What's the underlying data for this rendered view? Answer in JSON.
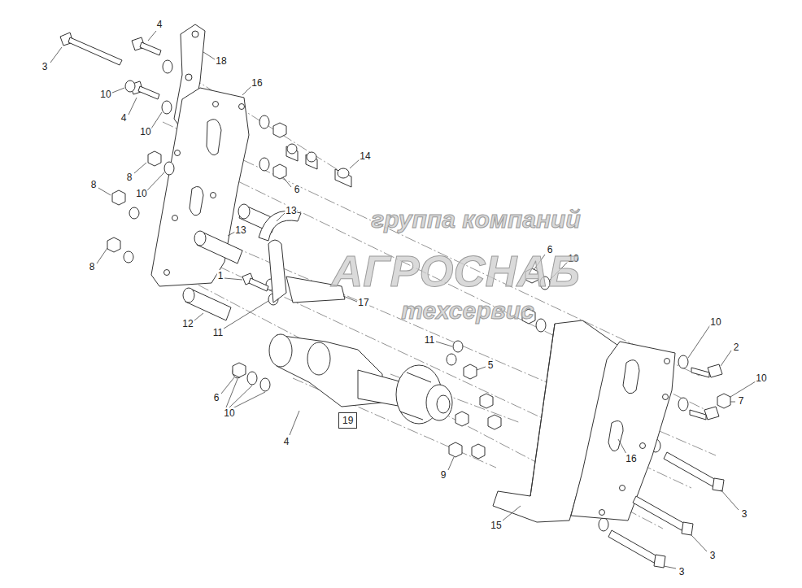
{
  "diagram": {
    "nodes": [
      {
        "text": [
          "19"
        ]
      }
    ],
    "labels": [
      "3",
      "4",
      "18",
      "10",
      "4",
      "16",
      "10",
      "14",
      "8",
      "10",
      "6",
      "8",
      "13",
      "13",
      "8",
      "1",
      "6",
      "10",
      "12",
      "11",
      "17",
      "11",
      "5",
      "10",
      "2",
      "10",
      "7",
      "6",
      "10",
      "4",
      "9",
      "15",
      "16",
      "3",
      "3",
      "3",
      "группа компаний",
      "АГРОСНАБ",
      "техсервис"
    ]
  }
}
